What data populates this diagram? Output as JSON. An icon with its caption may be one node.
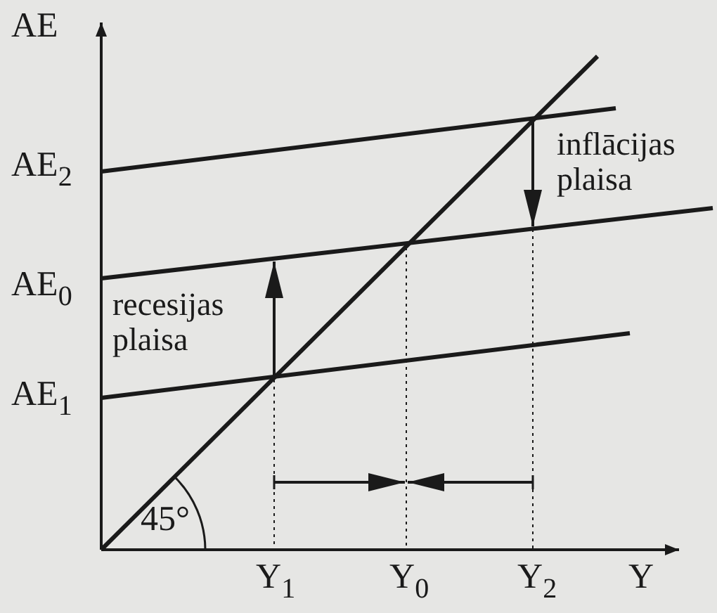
{
  "diagram": {
    "labels": [
      "AE",
      "AE$_{2}$",
      "inflācijas plaisa",
      "AE$_{0}$",
      "recesijas plaisa",
      "AE$_{1}$",
      "45°",
      "Y$_{1}$",
      "Y$_{0}$",
      "Y$_{2}$",
      "Y"
    ]
  }
}
